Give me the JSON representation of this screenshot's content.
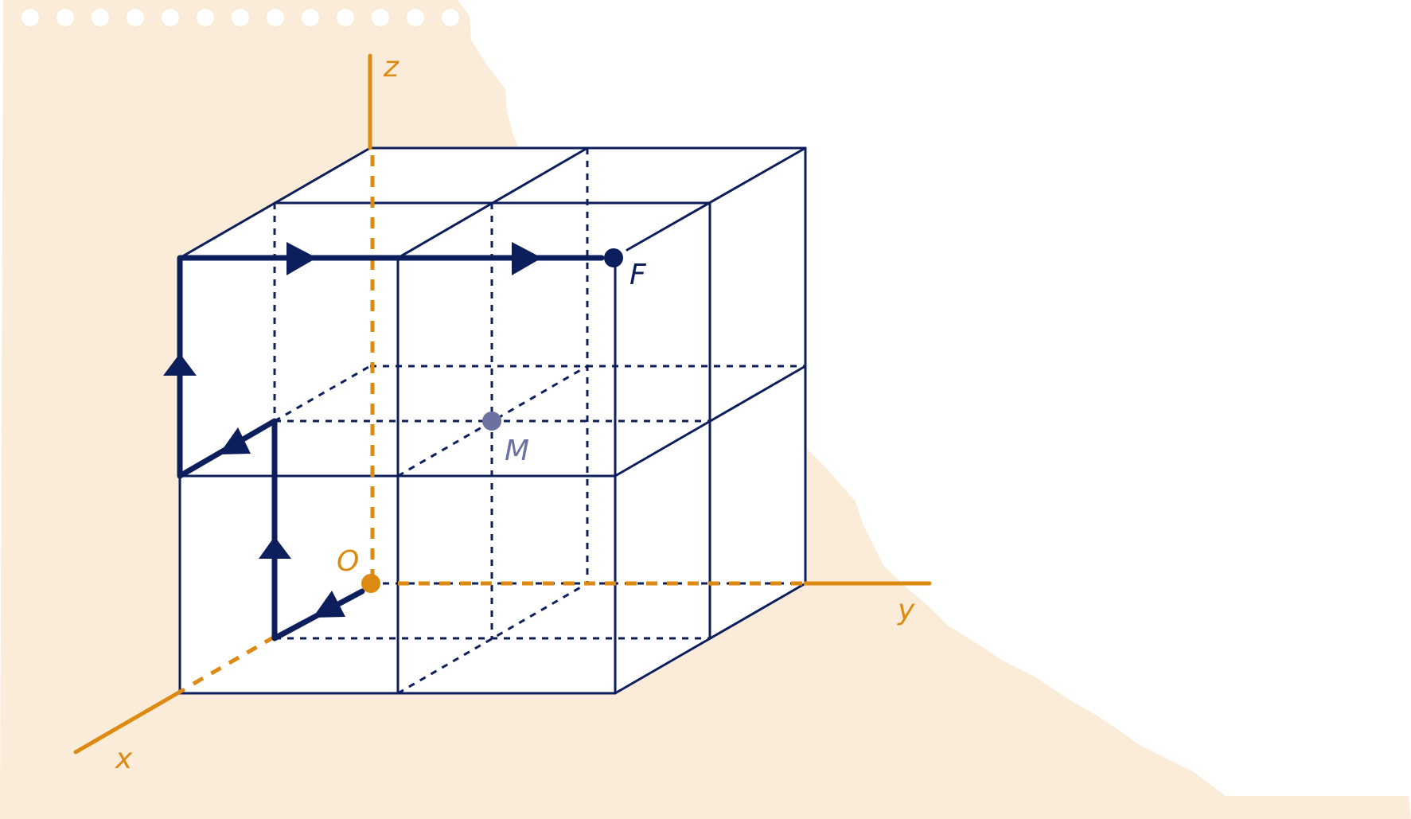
{
  "labels": {
    "x_axis": "x",
    "y_axis": "y",
    "z_axis": "z",
    "origin": "O",
    "point_f": "F",
    "point_m": "M"
  },
  "colors": {
    "background_paper": "#faecd8",
    "cube_line": "#0c1f5c",
    "axis": "#dc8a12",
    "point_m": "#6c72a0",
    "origin": "#dc8a12"
  }
}
